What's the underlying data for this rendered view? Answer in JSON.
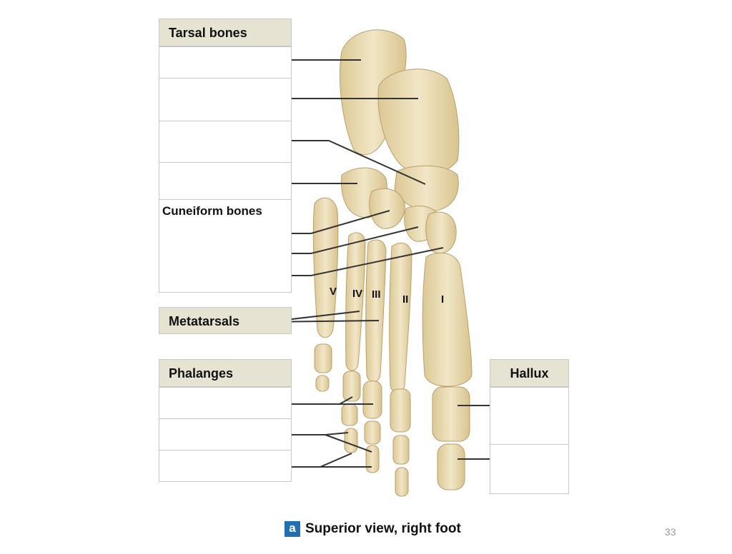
{
  "boxes": {
    "tarsal_bones": {
      "title": "Tarsal bones",
      "sub_label": "Cuneiform bones"
    },
    "metatarsals": {
      "title": "Metatarsals"
    },
    "phalanges": {
      "title": "Phalanges"
    },
    "hallux": {
      "title": "Hallux"
    }
  },
  "digits": [
    "V",
    "IV",
    "III",
    "II",
    "I"
  ],
  "caption": {
    "badge": "a",
    "text": "Superior view, right foot"
  },
  "page_number": "33",
  "colors": {
    "bone_light": "#efe3bf",
    "bone_mid": "#e2cf9c",
    "bone_shadow": "#c8b27c",
    "header_fill": "#e6e3d2",
    "box_border": "#c8c8c8",
    "leader_line": "#333333",
    "caption_badge": "#1f6fb2"
  }
}
